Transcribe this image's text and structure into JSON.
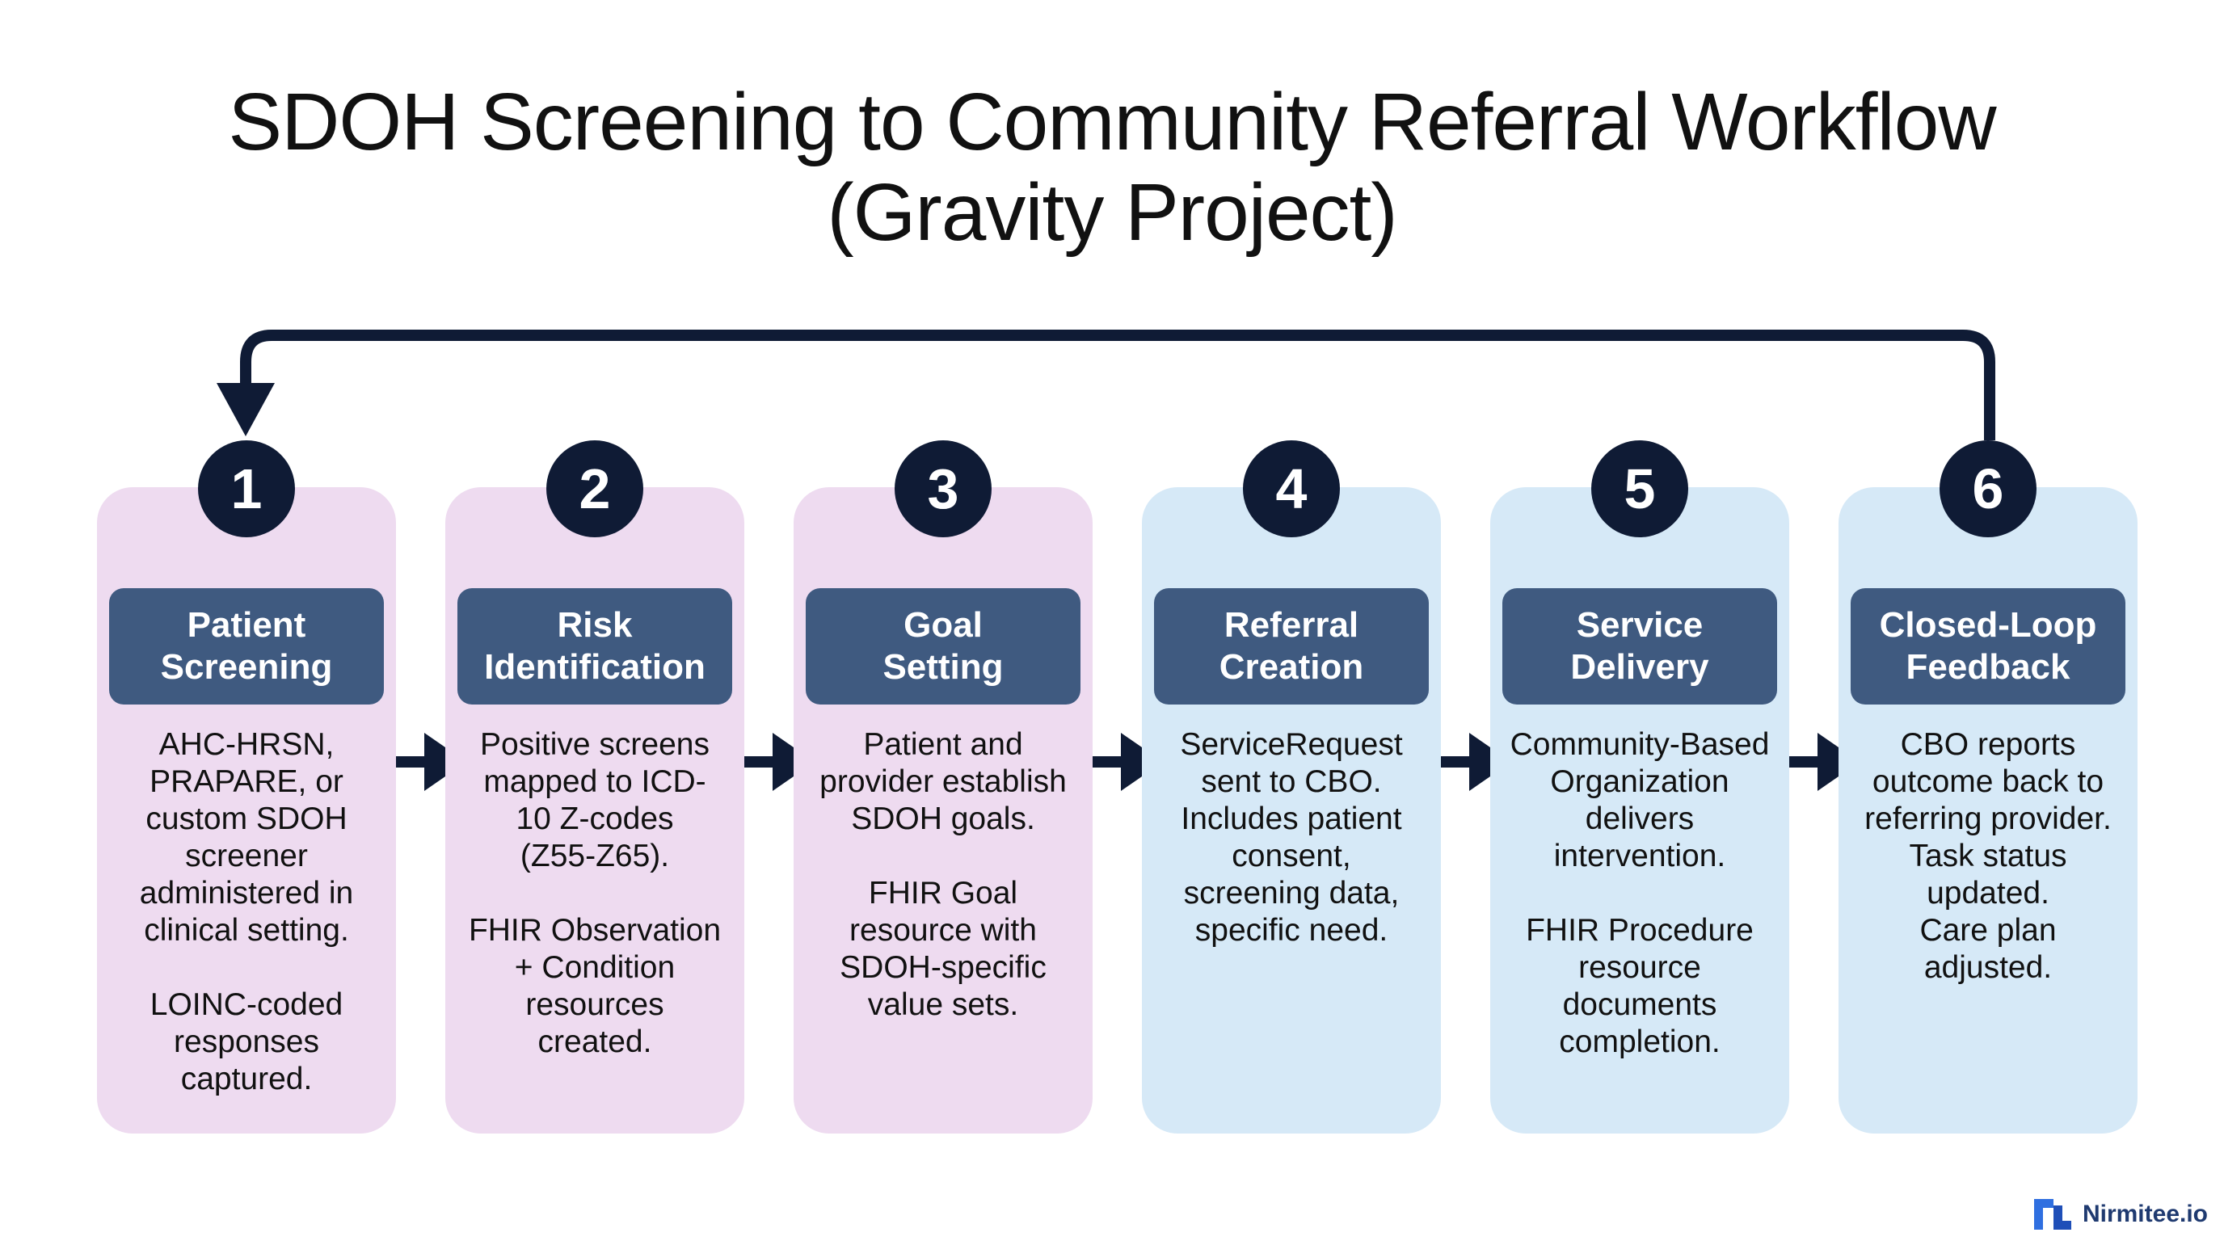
{
  "title": {
    "line1": "SDOH Screening to Community Referral Workflow",
    "line2": "(Gravity Project)"
  },
  "steps": [
    {
      "number": "1",
      "title_line1": "Patient",
      "title_line2": "Screening",
      "description": "AHC-HRSN,\nPRAPARE, or\ncustom SDOH\nscreener\nadministered in\nclinical setting.\n\nLOINC-coded\nresponses\ncaptured.",
      "color": "#eedbf0"
    },
    {
      "number": "2",
      "title_line1": "Risk",
      "title_line2": "Identification",
      "description": "Positive screens\nmapped to ICD-\n10 Z-codes\n(Z55-Z65).\n\nFHIR Observation\n+ Condition\nresources\ncreated.",
      "color": "#eedbf0"
    },
    {
      "number": "3",
      "title_line1": "Goal",
      "title_line2": "Setting",
      "description": "Patient and\nprovider establish\nSDOH goals.\n\nFHIR Goal\nresource with\nSDOH-specific\nvalue sets.",
      "color": "#eedbf0"
    },
    {
      "number": "4",
      "title_line1": "Referral",
      "title_line2": "Creation",
      "description": "ServiceRequest\nsent to CBO.\nIncludes patient\nconsent,\nscreening data,\nspecific need.",
      "color": "#d6e9f7"
    },
    {
      "number": "5",
      "title_line1": "Service",
      "title_line2": "Delivery",
      "description": "Community-Based\nOrganization\ndelivers\nintervention.\n\nFHIR Procedure\nresource\ndocuments\ncompletion.",
      "color": "#d6e9f7"
    },
    {
      "number": "6",
      "title_line1": "Closed-Loop",
      "title_line2": "Feedback",
      "description": "CBO reports\noutcome back to\nreferring provider.\nTask status\nupdated.\nCare plan\nadjusted.",
      "color": "#d6e9f7"
    }
  ],
  "brand": {
    "name": "Nirmitee.io"
  }
}
